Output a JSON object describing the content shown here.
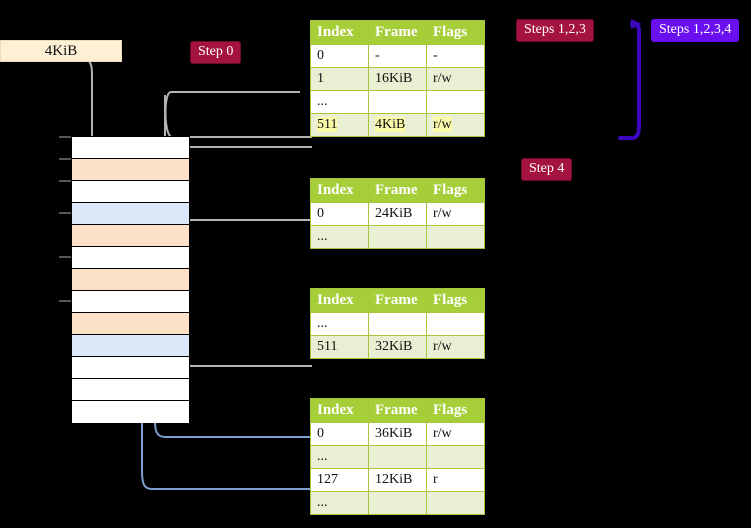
{
  "labels": {
    "size_box": "4KiB",
    "step0": "Step 0",
    "step4": "Step 4",
    "steps123": "Steps 1,2,3",
    "steps1234": "Steps 1,2,3,4"
  },
  "colors": {
    "badge_red": "#a4123f",
    "badge_violet": "#6a0ff0",
    "table_header": "#a6ce39",
    "table_alt_row": "#e9efd2",
    "highlight": "#fbfbaa",
    "mem_orange": "#fde0c8",
    "mem_blue": "#dae8f7",
    "size_box": "#fdf0d5",
    "wire_gray": "#b3b3b3",
    "wire_blue": "#7a9fd0"
  },
  "tables": [
    {
      "name": "pml4-table",
      "headers": [
        "Index",
        "Frame",
        "Flags"
      ],
      "rows": [
        {
          "cells": [
            "0",
            "-",
            "-"
          ],
          "style": "plain",
          "highlight": false
        },
        {
          "cells": [
            "1",
            "16KiB",
            "r/w"
          ],
          "style": "alt",
          "highlight": false
        },
        {
          "cells": [
            "...",
            "",
            ""
          ],
          "style": "plain",
          "highlight": false
        },
        {
          "cells": [
            "511",
            "4KiB",
            "r/w"
          ],
          "style": "alt",
          "highlight": true
        }
      ]
    },
    {
      "name": "pdp-table",
      "headers": [
        "Index",
        "Frame",
        "Flags"
      ],
      "rows": [
        {
          "cells": [
            "0",
            "24KiB",
            "r/w"
          ],
          "style": "plain",
          "highlight": false
        },
        {
          "cells": [
            "...",
            "",
            ""
          ],
          "style": "alt",
          "highlight": false
        }
      ]
    },
    {
      "name": "pd-table",
      "headers": [
        "Index",
        "Frame",
        "Flags"
      ],
      "rows": [
        {
          "cells": [
            "...",
            "",
            ""
          ],
          "style": "plain",
          "highlight": false
        },
        {
          "cells": [
            "511",
            "32KiB",
            "r/w"
          ],
          "style": "alt",
          "highlight": false
        }
      ]
    },
    {
      "name": "pt-table",
      "headers": [
        "Index",
        "Frame",
        "Flags"
      ],
      "rows": [
        {
          "cells": [
            "0",
            "36KiB",
            "r/w"
          ],
          "style": "plain",
          "highlight": false
        },
        {
          "cells": [
            "...",
            "",
            ""
          ],
          "style": "alt",
          "highlight": false
        },
        {
          "cells": [
            "127",
            "12KiB",
            "r"
          ],
          "style": "plain",
          "highlight": false
        },
        {
          "cells": [
            "...",
            "",
            ""
          ],
          "style": "alt",
          "highlight": false
        }
      ]
    }
  ],
  "memory_rows": [
    {
      "fill": "white"
    },
    {
      "fill": "orange"
    },
    {
      "fill": "white"
    },
    {
      "fill": "blue"
    },
    {
      "fill": "orange"
    },
    {
      "fill": "white"
    },
    {
      "fill": "orange"
    },
    {
      "fill": "white"
    },
    {
      "fill": "orange"
    },
    {
      "fill": "blue"
    },
    {
      "fill": "white"
    },
    {
      "fill": "white"
    },
    {
      "fill": "white"
    }
  ]
}
